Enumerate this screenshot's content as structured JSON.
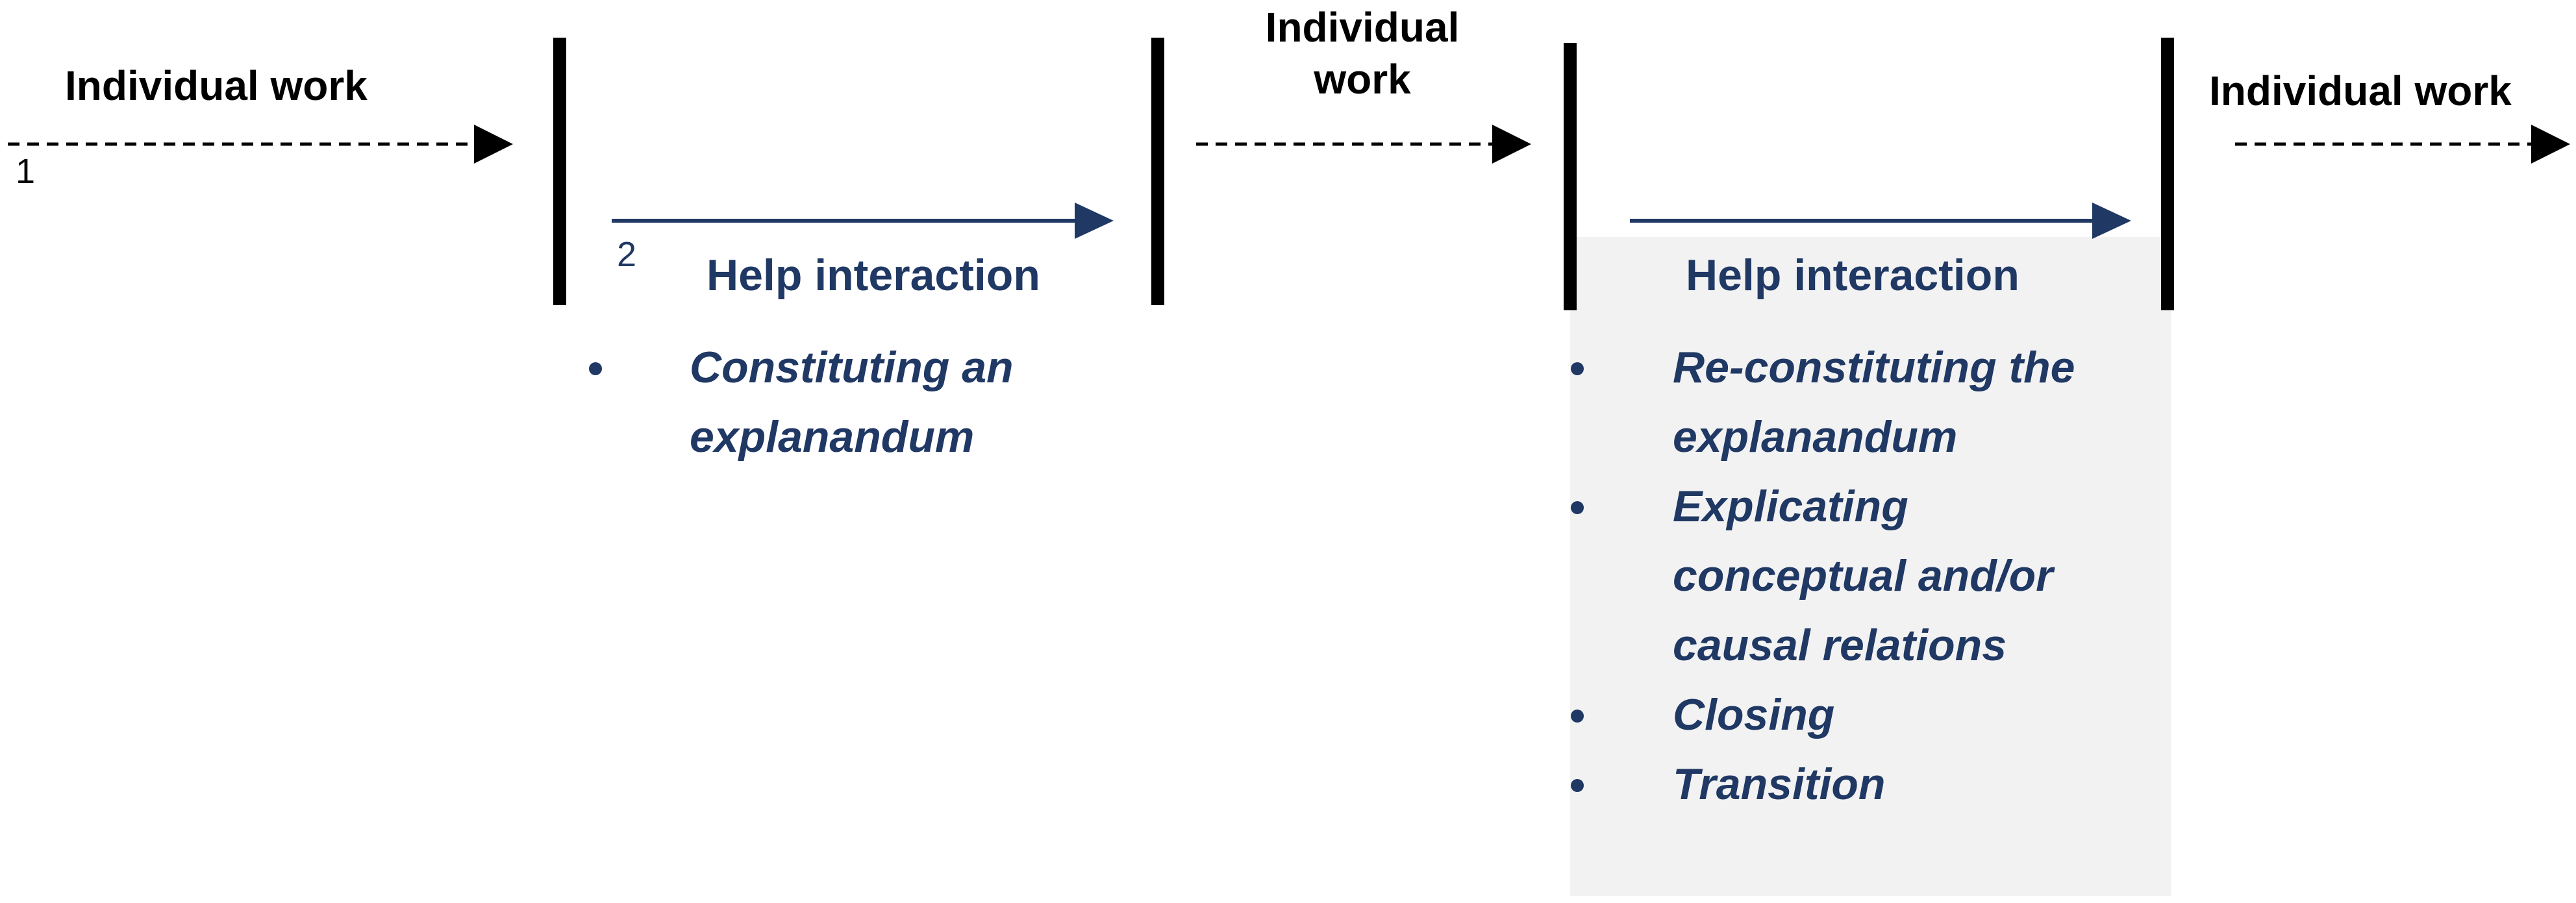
{
  "labels": {
    "individual_work_1": "Individual work",
    "individual_work_2_line1": "Individual",
    "individual_work_2_line2": "work",
    "individual_work_3": "Individual work",
    "help_interaction_1": "Help interaction",
    "help_interaction_2": "Help interaction",
    "marker_1": "1",
    "marker_2": "2"
  },
  "phase1_bullets": [
    "Constituting an\nexplanandum"
  ],
  "phase2_bullets": [
    "Re-constituting the\nexplanandum",
    "Explicating\nconceptual and/or\ncausal relations",
    "Closing",
    "Transition"
  ],
  "colors": {
    "text_dark": "#000000",
    "accent_navy": "#203864",
    "shade": "#f2f2f2"
  }
}
